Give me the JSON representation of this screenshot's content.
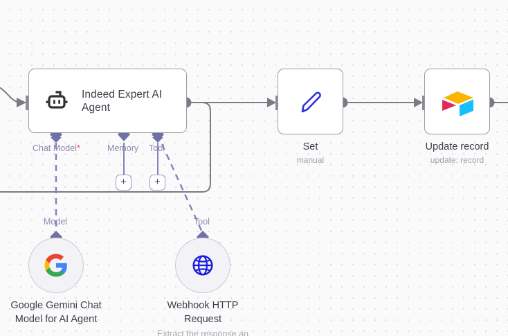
{
  "canvas": {
    "background_color": "#fafafb",
    "grid_dot_color": "#d9d9e0"
  },
  "nodes": {
    "agent": {
      "title": "Indeed Expert AI Agent",
      "icon": "robot-icon",
      "ports": [
        {
          "name": "Chat Model",
          "required": true
        },
        {
          "name": "Memory",
          "required": false
        },
        {
          "name": "Tool",
          "required": false
        }
      ]
    },
    "set": {
      "title": "Set",
      "subtitle": "manual",
      "icon": "pen-icon",
      "icon_color": "#2f2fe0"
    },
    "airtable": {
      "title": "Update record",
      "subtitle": "update: record",
      "icon": "airtable-icon",
      "colors": {
        "top": "#fcb400",
        "left": "#e02a5c",
        "right": "#18bfff"
      }
    },
    "gemini": {
      "title_line1": "Google Gemini Chat",
      "title_line2": "Model for AI Agent",
      "icon": "google-g-icon",
      "connection_label": "Model",
      "colors": {
        "red": "#ea4335",
        "yellow": "#fbbc05",
        "green": "#34a853",
        "blue": "#4285f4"
      }
    },
    "webhook": {
      "title_line1": "Webhook HTTP",
      "title_line2": "Request",
      "subtitle": "Extract the response an",
      "icon": "globe-icon",
      "icon_color": "#1a1ae0",
      "connection_label": "Tool"
    }
  },
  "buttons": {
    "add_memory": "+",
    "add_tool": "+"
  },
  "colors": {
    "node_border": "#9a9ba3",
    "port_label": "#8b8cb0",
    "required_marker": "#e8455e",
    "wire": "#7a7b85",
    "dashed_wire": "#8182b8",
    "title_text": "#3b3f49",
    "subtitle_text": "#9fa0a9"
  }
}
